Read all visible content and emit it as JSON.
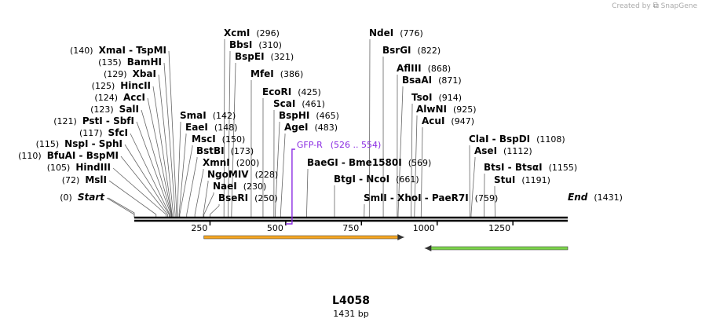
{
  "credit": {
    "prefix": "Created by",
    "brand": "SnapGene"
  },
  "map": {
    "title": "L4058",
    "subtitle": "1431 bp"
  },
  "sequence_length": 1431,
  "axis_ticks": [
    250,
    500,
    750,
    1000,
    1250
  ],
  "features": [
    {
      "name": "GFP-R",
      "range": "(526 .. 554)",
      "start": 526,
      "end": 554,
      "color": "#8a2be2",
      "kind": "primer"
    },
    {
      "name": "orange-arrow",
      "start": 230,
      "end": 890,
      "color": "#f5a623",
      "dir": "forward",
      "kind": "arrow"
    },
    {
      "name": "green-arrow",
      "start": 960,
      "end": 1431,
      "color": "#7bd34a",
      "dir": "reverse",
      "kind": "arrow"
    }
  ],
  "sites": [
    {
      "label": "Start",
      "pos": "(0)",
      "site": 0,
      "italic": true,
      "side": "left"
    },
    {
      "label": "MslI",
      "pos": "(72)",
      "site": 72,
      "side": "left"
    },
    {
      "label": "HindIII",
      "pos": "(105)",
      "site": 105,
      "side": "left"
    },
    {
      "label": "BfuAI - BspMI",
      "pos": "(110)",
      "site": 110,
      "side": "left"
    },
    {
      "label": "NspI - SphI",
      "pos": "(115)",
      "site": 115,
      "side": "left"
    },
    {
      "label": "SfcI",
      "pos": "(117)",
      "site": 117,
      "side": "left"
    },
    {
      "label": "PstI - SbfI",
      "pos": "(121)",
      "site": 121,
      "side": "left"
    },
    {
      "label": "SalI",
      "pos": "(123)",
      "site": 123,
      "side": "left"
    },
    {
      "label": "AccI",
      "pos": "(124)",
      "site": 124,
      "side": "left"
    },
    {
      "label": "HincII",
      "pos": "(125)",
      "site": 125,
      "side": "left"
    },
    {
      "label": "XbaI",
      "pos": "(129)",
      "site": 129,
      "side": "left"
    },
    {
      "label": "BamHI",
      "pos": "(135)",
      "site": 135,
      "side": "left"
    },
    {
      "label": "XmaI - TspMI",
      "pos": "(140)",
      "site": 140,
      "side": "left"
    },
    {
      "label": "SmaI",
      "pos": "(142)",
      "site": 142,
      "side": "right"
    },
    {
      "label": "EaeI",
      "pos": "(148)",
      "site": 148,
      "side": "right"
    },
    {
      "label": "MscI",
      "pos": "(150)",
      "site": 150,
      "side": "right"
    },
    {
      "label": "BstBI",
      "pos": "(173)",
      "site": 173,
      "side": "right"
    },
    {
      "label": "XmnI",
      "pos": "(200)",
      "site": 200,
      "side": "right"
    },
    {
      "label": "NgoMIV",
      "pos": "(228)",
      "site": 228,
      "side": "right"
    },
    {
      "label": "NaeI",
      "pos": "(230)",
      "site": 230,
      "side": "right"
    },
    {
      "label": "BseRI",
      "pos": "(250)",
      "site": 250,
      "side": "right"
    },
    {
      "label": "XcmI",
      "pos": "(296)",
      "site": 296,
      "side": "right"
    },
    {
      "label": "BbsI",
      "pos": "(310)",
      "site": 310,
      "side": "right"
    },
    {
      "label": "BspEI",
      "pos": "(321)",
      "site": 321,
      "side": "right"
    },
    {
      "label": "MfeI",
      "pos": "(386)",
      "site": 386,
      "side": "right"
    },
    {
      "label": "EcoRI",
      "pos": "(425)",
      "site": 425,
      "side": "right"
    },
    {
      "label": "ScaI",
      "pos": "(461)",
      "site": 461,
      "side": "right"
    },
    {
      "label": "BspHI",
      "pos": "(465)",
      "site": 465,
      "side": "right"
    },
    {
      "label": "AgeI",
      "pos": "(483)",
      "site": 483,
      "side": "right"
    },
    {
      "label": "BaeGI - Bme1580I",
      "pos": "(569)",
      "site": 569,
      "side": "right"
    },
    {
      "label": "BtgI - NcoI",
      "pos": "(661)",
      "site": 661,
      "side": "right"
    },
    {
      "label": "SmlI - XhoI - PaeR7I",
      "pos": "(759)",
      "site": 759,
      "side": "right"
    },
    {
      "label": "NdeI",
      "pos": "(776)",
      "site": 776,
      "side": "right"
    },
    {
      "label": "BsrGI",
      "pos": "(822)",
      "site": 822,
      "side": "right"
    },
    {
      "label": "AflIII",
      "pos": "(868)",
      "site": 868,
      "side": "right"
    },
    {
      "label": "BsaAI",
      "pos": "(871)",
      "site": 871,
      "side": "right"
    },
    {
      "label": "TsoI",
      "pos": "(914)",
      "site": 914,
      "side": "right"
    },
    {
      "label": "AlwNI",
      "pos": "(925)",
      "site": 925,
      "side": "right"
    },
    {
      "label": "AcuI",
      "pos": "(947)",
      "site": 947,
      "side": "right"
    },
    {
      "label": "ClaI - BspDI",
      "pos": "(1108)",
      "site": 1108,
      "side": "right"
    },
    {
      "label": "AseI",
      "pos": "(1112)",
      "site": 1112,
      "side": "right"
    },
    {
      "label": "BtsI - BtsαI",
      "pos": "(1155)",
      "site": 1155,
      "side": "right"
    },
    {
      "label": "StuI",
      "pos": "(1191)",
      "site": 1191,
      "side": "right"
    },
    {
      "label": "End",
      "pos": "(1431)",
      "site": 1431,
      "italic": true,
      "side": "right"
    }
  ]
}
